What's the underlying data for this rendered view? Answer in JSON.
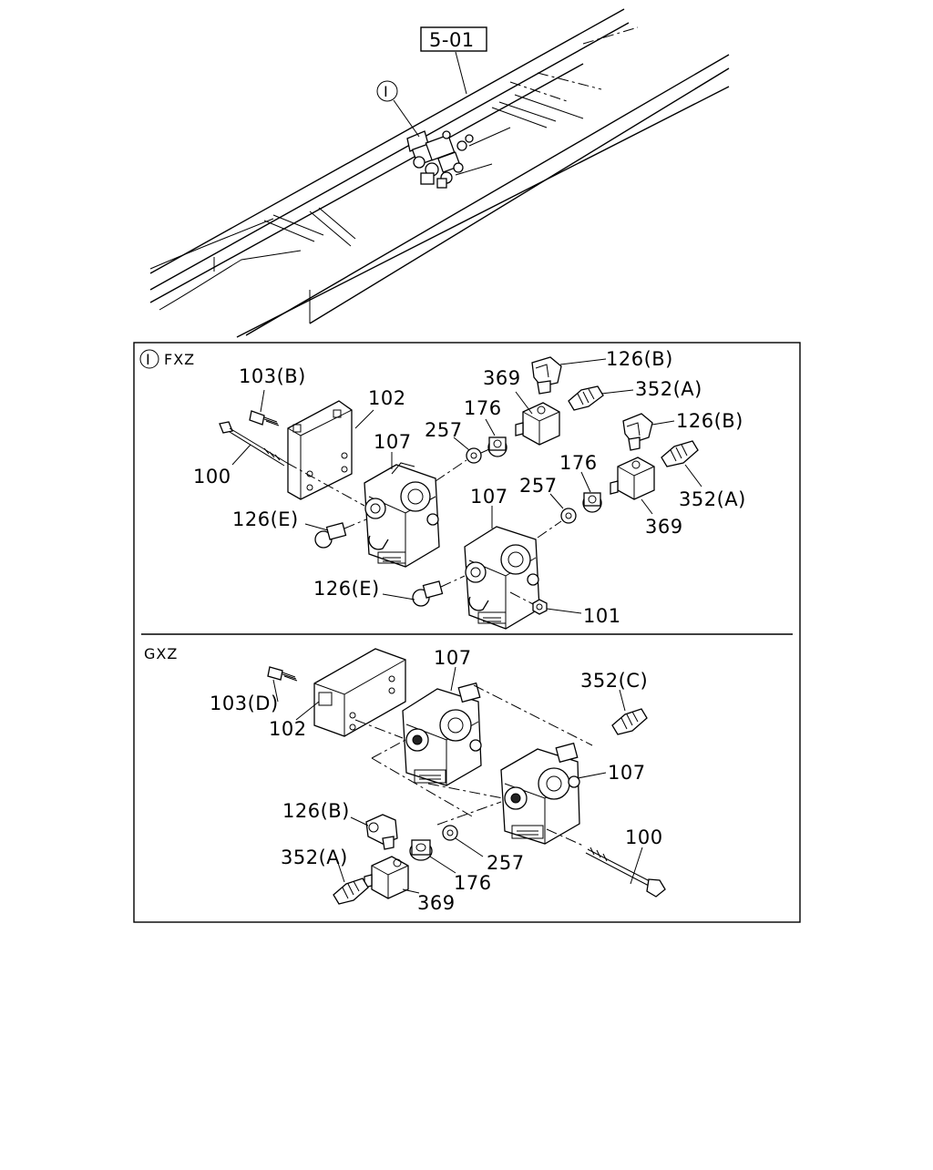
{
  "ref_box": "5-01",
  "detail_marker": "I",
  "fxz": {
    "header": "FXZ",
    "labels": {
      "l_103b": "103(B)",
      "l_102": "102",
      "l_100": "100",
      "l_107a": "107",
      "l_257a": "257",
      "l_176a": "176",
      "l_369a": "369",
      "l_126b_a": "126(B)",
      "l_352a_a": "352(A)",
      "l_126b_b": "126(B)",
      "l_176b": "176",
      "l_257b": "257",
      "l_107b": "107",
      "l_352a_b": "352(A)",
      "l_369b": "369",
      "l_126e_a": "126(E)",
      "l_126e_b": "126(E)",
      "l_101": "101"
    }
  },
  "gxz": {
    "header": "GXZ",
    "labels": {
      "l_103d": "103(D)",
      "l_102": "102",
      "l_107a": "107",
      "l_352c": "352(C)",
      "l_107b": "107",
      "l_100": "100",
      "l_126b": "126(B)",
      "l_257": "257",
      "l_352a": "352(A)",
      "l_176": "176",
      "l_369": "369"
    }
  }
}
